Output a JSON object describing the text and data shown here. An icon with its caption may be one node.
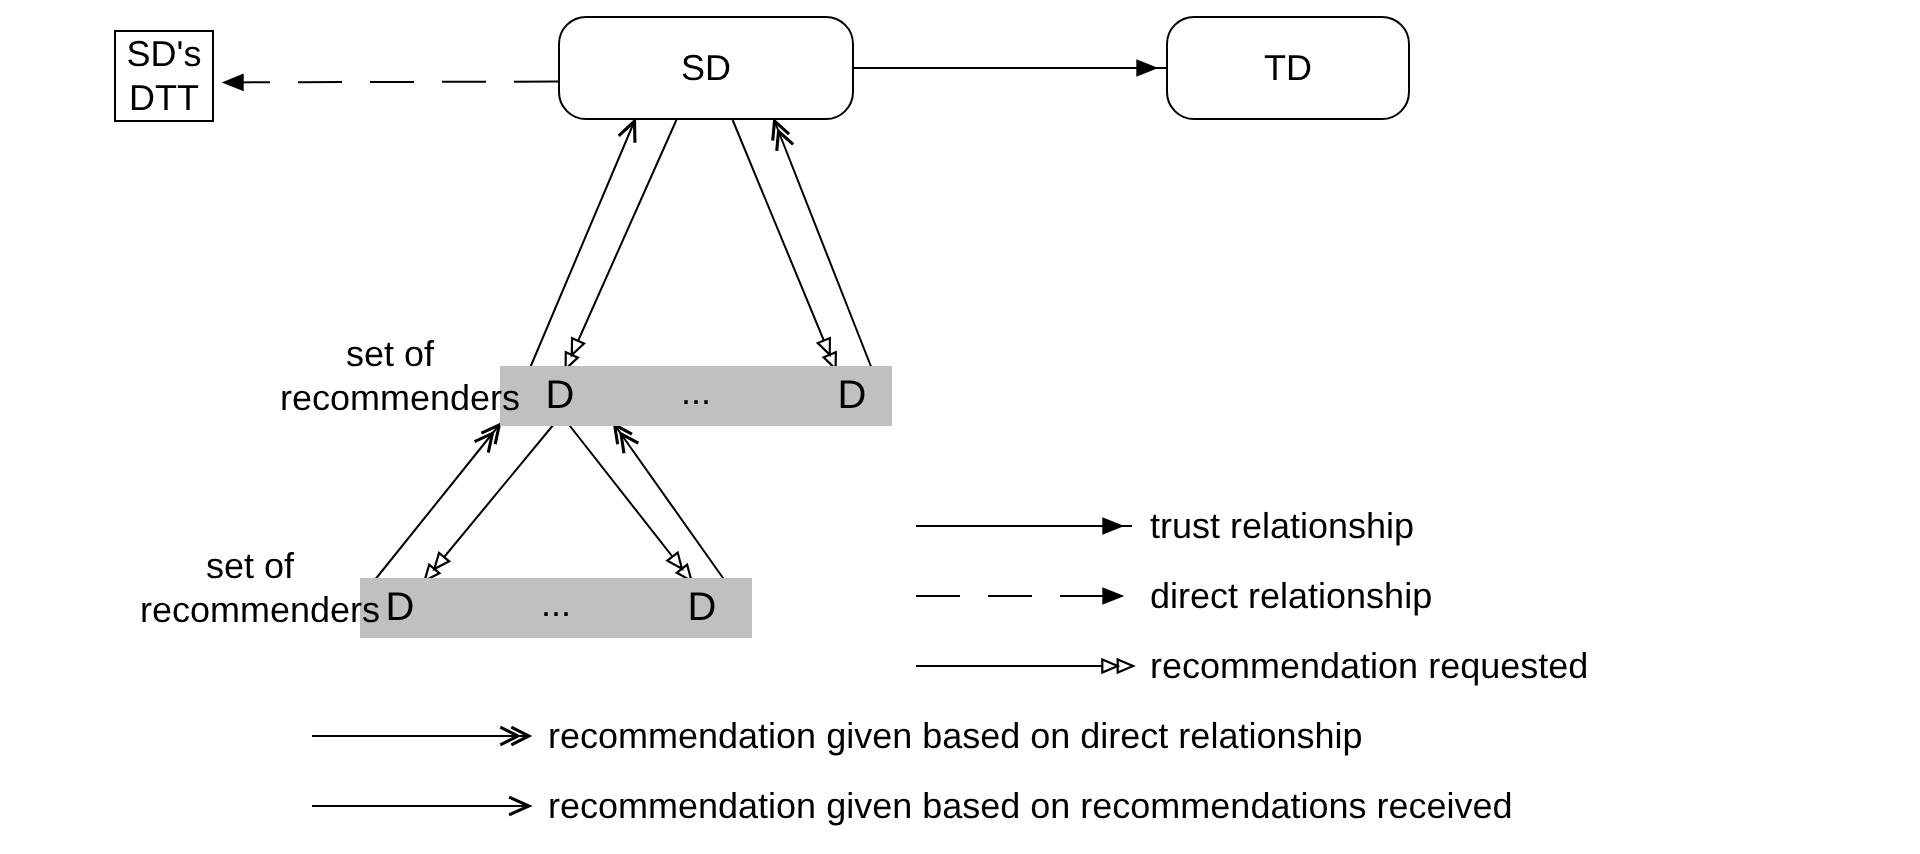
{
  "diagram": {
    "nodes": [
      {
        "text": [
          "SD's DTT"
        ]
      },
      {
        "text": [
          "SD"
        ]
      },
      {
        "text": [
          "TD"
        ]
      },
      {
        "text": [
          "set of recommenders",
          "..."
        ]
      },
      {
        "text": [
          "D"
        ],
        "in": 3
      },
      {
        "text": [
          "D"
        ],
        "in": 3
      },
      {
        "text": [
          "set of recommenders",
          "..."
        ]
      },
      {
        "text": [
          "D"
        ],
        "in": 6
      },
      {
        "text": [
          "D"
        ],
        "in": 6
      }
    ],
    "edges": [
      {
        "from": 1,
        "to": 0,
        "arrow": "to",
        "style": "dashed"
      },
      {
        "from": 1,
        "to": 2,
        "arrow": "to"
      },
      {
        "from": 4,
        "to": 1,
        "arrow": "to"
      },
      {
        "from": 1,
        "to": 4,
        "arrow": "to"
      },
      {
        "from": 1,
        "to": 5,
        "arrow": "to"
      },
      {
        "from": 5,
        "to": 1,
        "arrow": "to"
      },
      {
        "from": 7,
        "to": 4,
        "arrow": "to"
      },
      {
        "from": 4,
        "to": 7,
        "arrow": "to"
      },
      {
        "from": 4,
        "to": 8,
        "arrow": "to"
      },
      {
        "from": 8,
        "to": 4,
        "arrow": "to"
      }
    ],
    "legend": [
      {
        "text": "trust relationship"
      },
      {
        "text": "direct relationship"
      },
      {
        "text": "recommendation requested"
      },
      {
        "text": "recommendation given based on direct relationship"
      },
      {
        "text": "recommendation given based on recommendations received"
      }
    ]
  }
}
